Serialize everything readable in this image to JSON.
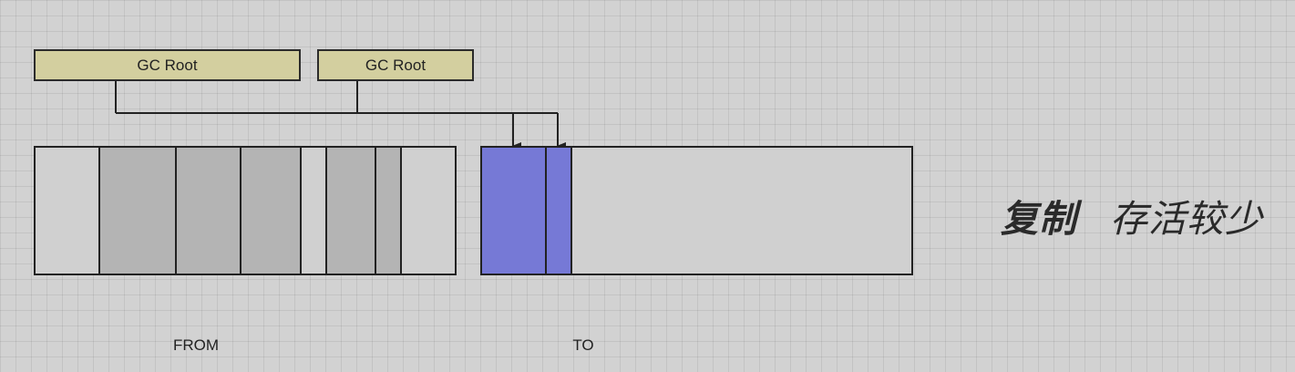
{
  "gc_roots": [
    {
      "label": "GC Root"
    },
    {
      "label": "GC Root"
    }
  ],
  "from_region": {
    "label": "FROM",
    "cells": [
      "free",
      "used",
      "used",
      "used",
      "free",
      "used",
      "used",
      "free"
    ]
  },
  "to_region": {
    "label": "TO",
    "cells": [
      "copied",
      "copied",
      "free"
    ]
  },
  "colors": {
    "free": "#d0d0d0",
    "used": "#b4b4b4",
    "copied": "#7679d6",
    "gc_root": "#d3cf9f"
  },
  "caption": {
    "bold": "复制",
    "normal": "存活较少"
  }
}
